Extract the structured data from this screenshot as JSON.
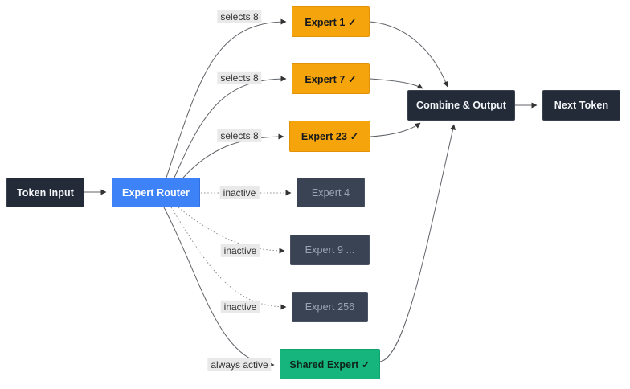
{
  "diagram": {
    "nodes": {
      "token_input": {
        "label": "Token Input"
      },
      "expert_router": {
        "label": "Expert Router"
      },
      "expert_1": {
        "label": "Expert 1 ✓"
      },
      "expert_7": {
        "label": "Expert 7 ✓"
      },
      "expert_23": {
        "label": "Expert 23 ✓"
      },
      "expert_4": {
        "label": "Expert 4"
      },
      "expert_9": {
        "label": "Expert 9 ..."
      },
      "expert_256": {
        "label": "Expert 256"
      },
      "shared_expert": {
        "label": "Shared Expert ✓"
      },
      "combine_output": {
        "label": "Combine & Output"
      },
      "next_token": {
        "label": "Next Token"
      }
    },
    "edge_labels": {
      "router_to_expert_1": "selects 8",
      "router_to_expert_7": "selects 8",
      "router_to_expert_23": "selects 8",
      "router_to_expert_4": "inactive",
      "router_to_expert_9": "inactive",
      "router_to_expert_256": "inactive",
      "router_to_shared_expert": "always active"
    },
    "colors": {
      "active_expert": "#f6a40b",
      "inactive_expert": "#3a4353",
      "router": "#3d82f6",
      "shared_expert": "#17b57e",
      "dark_node": "#232b38",
      "edge_label_bg": "#e9e9e9",
      "edge_line": "#5f6368",
      "background": "#ffffff"
    }
  }
}
